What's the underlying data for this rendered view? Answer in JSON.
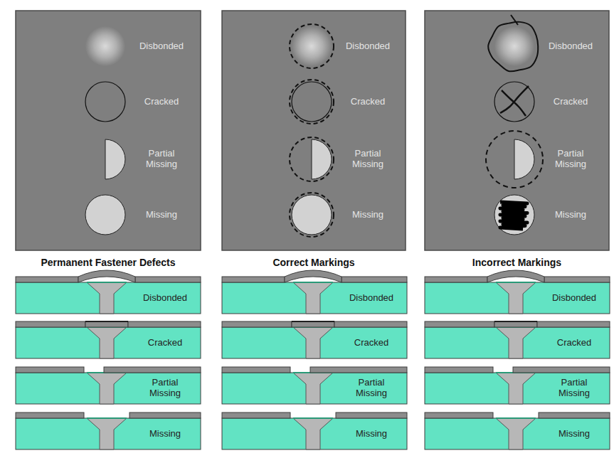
{
  "diagram": {
    "nodes": [
      {
        "text": [
          "Disbonded",
          "Cracked",
          "Partial Missing",
          "Missing",
          "Permanent Fastener Defects"
        ]
      },
      {
        "text": [
          "Disbonded",
          "Cracked",
          "Partial Missing",
          "Missing",
          "Correct Markings"
        ]
      },
      {
        "text": [
          "Disbonded",
          "Cracked",
          "Partial Missing",
          "Missing",
          "Incorrect Markings"
        ]
      },
      {
        "text": [
          "Disbonded"
        ]
      },
      {
        "text": [
          "Disbonded"
        ]
      },
      {
        "text": [
          "Disbonded"
        ]
      },
      {
        "text": [
          "Cracked"
        ]
      },
      {
        "text": [
          "Cracked"
        ]
      },
      {
        "text": [
          "Cracked"
        ]
      },
      {
        "text": [
          "Partial Missing"
        ]
      },
      {
        "text": [
          "Partial Missing"
        ]
      },
      {
        "text": [
          "Partial Missing"
        ]
      },
      {
        "text": [
          "Missing"
        ]
      },
      {
        "text": [
          "Missing"
        ]
      },
      {
        "text": [
          "Missing"
        ]
      }
    ]
  }
}
